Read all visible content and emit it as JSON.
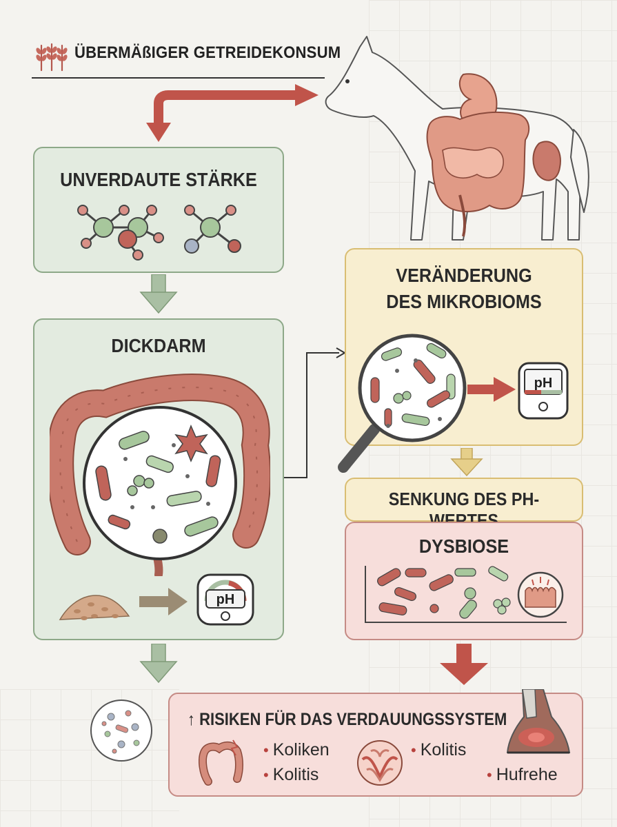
{
  "header": {
    "title": "ÜBERMÄßIGER GETREIDEKONSUM",
    "icon": "wheat-icon"
  },
  "boxes": {
    "starch": {
      "title": "UNVERDAUTE STÄRKE"
    },
    "colon": {
      "title": "DICKDARM",
      "ph_label": "pH"
    },
    "microbiome": {
      "title_line1": "VERÄNDERUNG",
      "title_line2": "DES MIKROBIOMS",
      "ph_label": "pH"
    },
    "ph_drop": {
      "title": "SENKUNG DES PH-WERTES"
    },
    "dysbiosis": {
      "title": "DYSBIOSE"
    },
    "risks": {
      "title": "↑ RISIKEN FÜR DAS VERDAUUNGSSYSTEM",
      "items": [
        "Koliken",
        "Kolitis",
        "Kolitis",
        "Hufrehe"
      ]
    }
  },
  "colors": {
    "green_box": "#e3ebe0",
    "yellow_box": "#f8eed0",
    "pink_box": "#f7dedb",
    "arrow_red": "#c0544a",
    "arrow_green": "#a9bfa3",
    "arrow_yellow": "#e6cf8a",
    "intestine": "#c97a6c"
  }
}
